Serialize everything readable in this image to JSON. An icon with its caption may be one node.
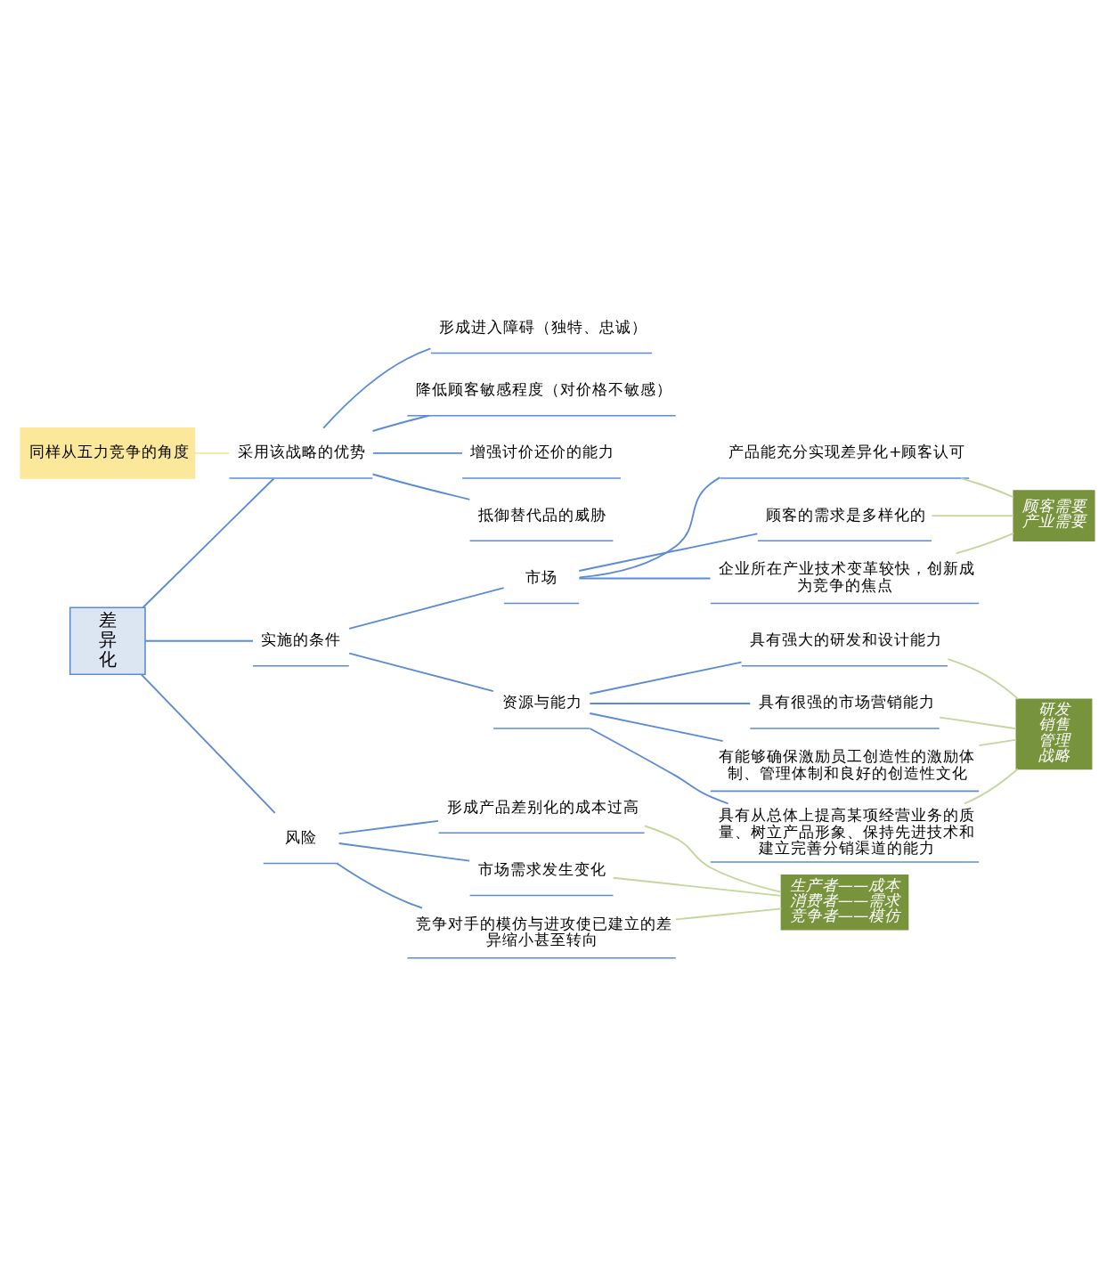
{
  "diagram": {
    "nodes": [
      {
        "text": [
          "差异化"
        ]
      },
      {
        "text": [
          "采用该战略的优势"
        ]
      },
      {
        "text": [
          "形成进入障碍（独特、忠诚）"
        ]
      },
      {
        "text": [
          "降低顾客敏感程度（对价格不敏感）"
        ]
      },
      {
        "text": [
          "增强讨价还价的能力"
        ]
      },
      {
        "text": [
          "抵御替代品的威胁"
        ]
      },
      {
        "text": [
          "实施的条件"
        ]
      },
      {
        "text": [
          "市场"
        ]
      },
      {
        "text": [
          "产品能充分实现差异化+顾客认可"
        ]
      },
      {
        "text": [
          "顾客的需求是多样化的"
        ]
      },
      {
        "text": [
          "企业所在产业技术变革较快，创新成为竞争的焦点"
        ]
      },
      {
        "text": [
          "资源与能力"
        ]
      },
      {
        "text": [
          "具有强大的研发和设计能力"
        ]
      },
      {
        "text": [
          "具有很强的市场营销能力"
        ]
      },
      {
        "text": [
          "有能够确保激励员工创造性的激励体制、管理体制和良好的创造性文化"
        ]
      },
      {
        "text": [
          "具有从总体上提高某项经营业务的质量、树立产品形象、保持先进技术和建立完善分销渠道的能力"
        ]
      },
      {
        "text": [
          "风险"
        ]
      },
      {
        "text": [
          "形成产品差别化的成本过高"
        ]
      },
      {
        "text": [
          "市场需求发生变化"
        ]
      },
      {
        "text": [
          "竞争对手的模仿与进攻使已建立的差异缩小甚至转向"
        ]
      },
      {
        "text": [
          "同样从五力竞争的角度"
        ]
      },
      {
        "text": [
          "顾客需要",
          "产业需要"
        ]
      },
      {
        "text": [
          "研发",
          "销售",
          "管理",
          "战略"
        ]
      },
      {
        "text": [
          "生产者——成本",
          "消费者——需求",
          "竞争者——模仿"
        ]
      }
    ],
    "edges": [
      {
        "from": 0,
        "to": 1,
        "arrow": "none"
      },
      {
        "from": 1,
        "to": 2,
        "arrow": "none"
      },
      {
        "from": 1,
        "to": 3,
        "arrow": "none"
      },
      {
        "from": 1,
        "to": 4,
        "arrow": "none"
      },
      {
        "from": 1,
        "to": 5,
        "arrow": "none"
      },
      {
        "from": 0,
        "to": 6,
        "arrow": "none"
      },
      {
        "from": 6,
        "to": 7,
        "arrow": "none"
      },
      {
        "from": 7,
        "to": 8,
        "arrow": "none"
      },
      {
        "from": 7,
        "to": 9,
        "arrow": "none"
      },
      {
        "from": 7,
        "to": 10,
        "arrow": "none"
      },
      {
        "from": 6,
        "to": 11,
        "arrow": "none"
      },
      {
        "from": 11,
        "to": 12,
        "arrow": "none"
      },
      {
        "from": 11,
        "to": 13,
        "arrow": "none"
      },
      {
        "from": 11,
        "to": 14,
        "arrow": "none"
      },
      {
        "from": 11,
        "to": 15,
        "arrow": "none"
      },
      {
        "from": 0,
        "to": 16,
        "arrow": "none"
      },
      {
        "from": 16,
        "to": 17,
        "arrow": "none"
      },
      {
        "from": 16,
        "to": 18,
        "arrow": "none"
      },
      {
        "from": 16,
        "to": 19,
        "arrow": "none"
      },
      {
        "from": 20,
        "to": 1,
        "arrow": "none",
        "color": "#f9e98c"
      },
      {
        "from": 8,
        "to": 21,
        "arrow": "none",
        "color": "#c3d69b"
      },
      {
        "from": 9,
        "to": 21,
        "arrow": "none",
        "color": "#c3d69b"
      },
      {
        "from": 10,
        "to": 21,
        "arrow": "none",
        "color": "#c3d69b"
      },
      {
        "from": 12,
        "to": 22,
        "arrow": "none",
        "color": "#c3d69b"
      },
      {
        "from": 13,
        "to": 22,
        "arrow": "none",
        "color": "#c3d69b"
      },
      {
        "from": 14,
        "to": 22,
        "arrow": "none",
        "color": "#c3d69b"
      },
      {
        "from": 15,
        "to": 22,
        "arrow": "none",
        "color": "#c3d69b"
      },
      {
        "from": 17,
        "to": 23,
        "arrow": "none",
        "color": "#c3d69b"
      },
      {
        "from": 18,
        "to": 23,
        "arrow": "none",
        "color": "#c3d69b"
      },
      {
        "from": 19,
        "to": 23,
        "arrow": "none",
        "color": "#c3d69b"
      }
    ]
  }
}
